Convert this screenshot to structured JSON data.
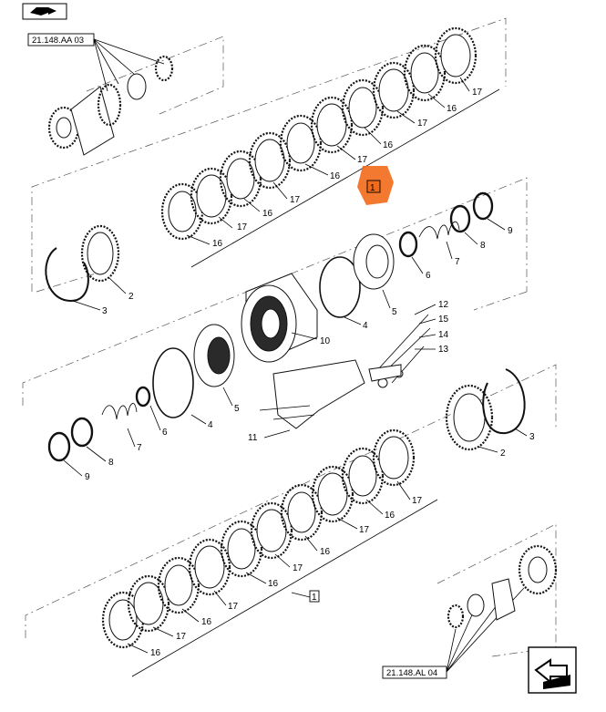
{
  "nav": {
    "top_button_icon": "book-arrow-icon",
    "bottom_button_icon": "back-arrow-icon"
  },
  "references": {
    "upper": "21.148.AA 03",
    "lower": "21.148.AL 04"
  },
  "highlight": {
    "label": "1",
    "color": "#f26a1b"
  },
  "group_label": "1",
  "callouts": {
    "upper_stack": [
      "16",
      "17",
      "16",
      "17",
      "16",
      "17",
      "16",
      "17",
      "16",
      "17"
    ],
    "lower_stack": [
      "16",
      "17",
      "16",
      "17",
      "16",
      "17",
      "16",
      "17",
      "16",
      "17"
    ],
    "upper_left": [
      "2",
      "3"
    ],
    "upper_right": [
      "4",
      "5",
      "6",
      "7",
      "8",
      "9"
    ],
    "drum": "10",
    "housing": "11",
    "lever": [
      "12",
      "15",
      "14",
      "13"
    ],
    "lower_left": [
      "4",
      "5",
      "6",
      "7",
      "8",
      "9"
    ],
    "lower_right": [
      "2",
      "3"
    ]
  }
}
